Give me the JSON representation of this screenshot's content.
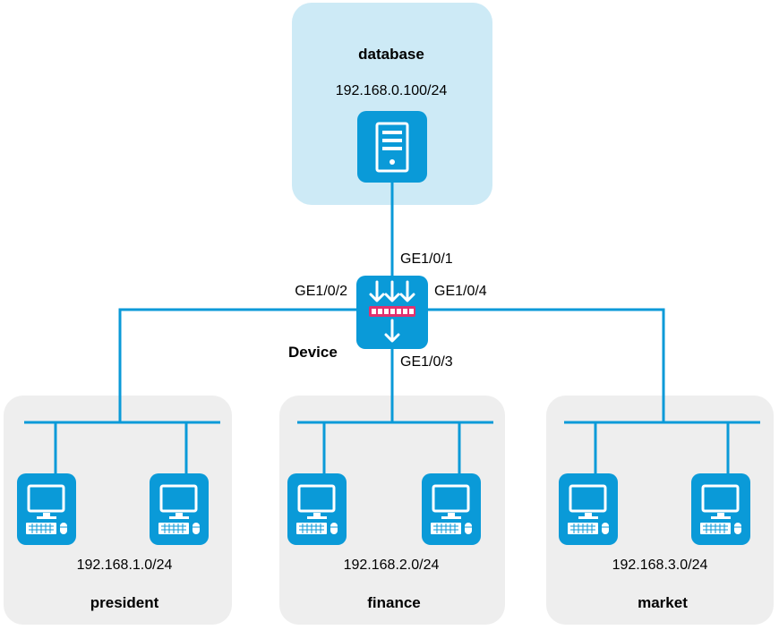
{
  "database": {
    "name": "database",
    "ip": "192.168.0.100/24"
  },
  "device": {
    "name": "Device"
  },
  "ports": {
    "ge1": "GE1/0/1",
    "ge2": "GE1/0/2",
    "ge3": "GE1/0/3",
    "ge4": "GE1/0/4"
  },
  "groups": [
    {
      "name": "president",
      "subnet": "192.168.1.0/24"
    },
    {
      "name": "finance",
      "subnet": "192.168.2.0/24"
    },
    {
      "name": "market",
      "subnet": "192.168.3.0/24"
    }
  ],
  "colors": {
    "line": "#0a9ad8",
    "icon_bg": "#0a9ad8",
    "database_zone": "#cdeaf6",
    "group_zone": "#eeeeee",
    "port_strip": "#e2306e"
  }
}
